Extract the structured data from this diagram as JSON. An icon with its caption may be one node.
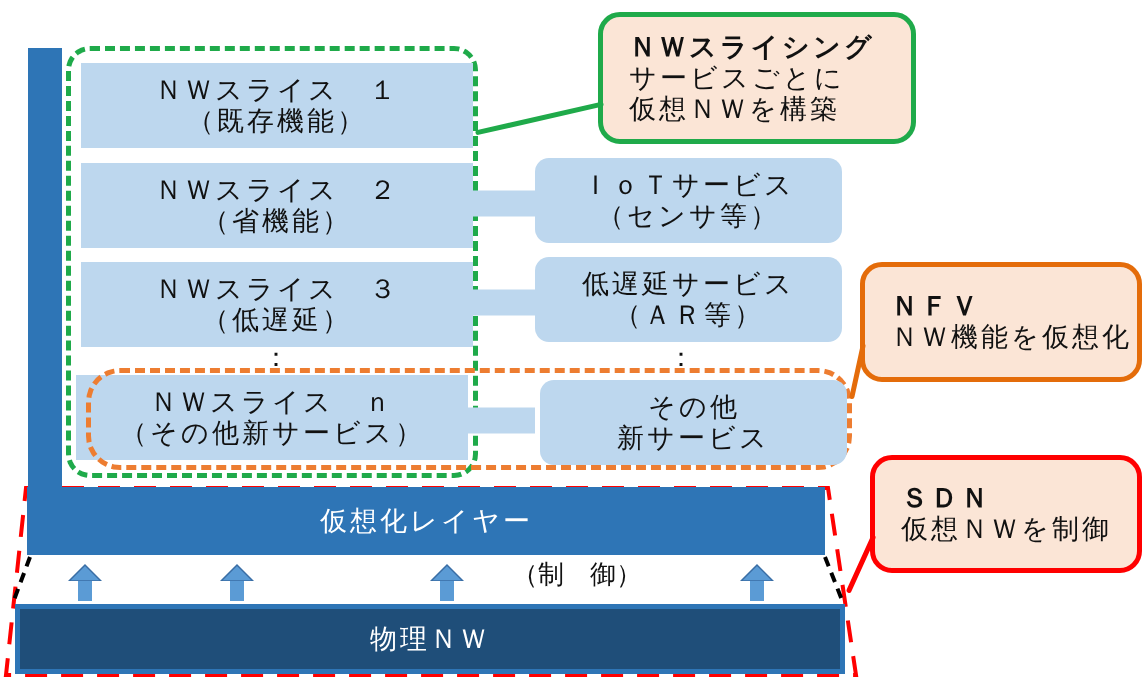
{
  "diagram": {
    "nodes": [
      {
        "text": [],
        "shape": "box"
      },
      {
        "text": [
          "ＮＷスライス　１（既存機能）"
        ],
        "in": 0
      },
      {
        "text": [
          "ＮＷスライシング",
          "サービスごとに仮想ＮＷを構築"
        ]
      },
      {
        "text": [
          "ＮＷスライス　２（省機能）"
        ],
        "in": 0
      },
      {
        "text": [
          "ＩｏＴサービス（センサ等）"
        ]
      },
      {
        "text": [
          "ＮＷスライス　３（低遅延）"
        ],
        "in": 0
      },
      {
        "text": [
          "低遅延サービス（ＡＲ等）"
        ]
      },
      {
        "text": [
          "ＮＦＶ",
          "ＮＷ機能を仮想化"
        ]
      },
      {
        "text": [],
        "shape": "box"
      },
      {
        "text": [
          "ＮＷスライス　ｎ（その他新サービス）"
        ]
      },
      {
        "text": [
          "その他新サービス"
        ],
        "in": 8
      },
      {
        "text": [
          "ＳＤＮ",
          "仮想ＮＷを制御"
        ]
      },
      {
        "text": [],
        "shape": "box"
      },
      {
        "text": [
          "仮想化レイヤー"
        ],
        "in": 12
      },
      {
        "text": [
          "物理ＮＷ"
        ],
        "in": 12
      },
      {
        "text": [],
        "shape": "bar"
      }
    ],
    "edges": [
      {
        "from": 2,
        "to": 0,
        "arrow": "none",
        "color": "#1faa4a"
      },
      {
        "from": 3,
        "to": 4,
        "arrow": "none",
        "style": "thick",
        "color": "#bdd7ee"
      },
      {
        "from": 5,
        "to": 6,
        "arrow": "none",
        "style": "thick",
        "color": "#bdd7ee"
      },
      {
        "from": 9,
        "to": 10,
        "arrow": "none",
        "style": "thick",
        "color": "#bdd7ee"
      },
      {
        "from": 7,
        "to": 8,
        "arrow": "none",
        "color": "#e46c0a"
      },
      {
        "from": 11,
        "to": 12,
        "arrow": "none",
        "color": "#ff0000"
      },
      {
        "from": 14,
        "to": 13,
        "arrow": "to",
        "color": "#5b9bd5"
      },
      {
        "from": 14,
        "to": 13,
        "arrow": "to",
        "color": "#5b9bd5"
      },
      {
        "from": 14,
        "to": 13,
        "arrow": "to",
        "color": "#5b9bd5"
      },
      {
        "from": 14,
        "to": 13,
        "arrow": "to",
        "color": "#5b9bd5"
      }
    ],
    "labels": [
      "：",
      "：",
      "（制　御）"
    ]
  }
}
